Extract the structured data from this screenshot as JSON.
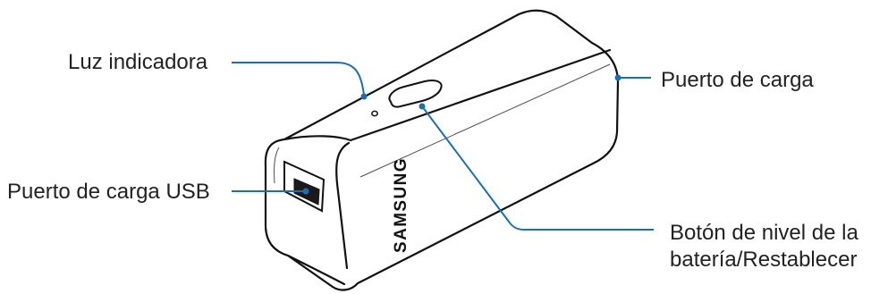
{
  "labels": {
    "indicator_light": "Luz indicadora",
    "charging_port": "Puerto de carga",
    "usb_charging_port": "Puerto de carga USB",
    "battery_button_line1": "Botón de nivel de la",
    "battery_button_line2": "batería/Restablecer"
  },
  "device": {
    "brand_text": "SAMSUNG"
  },
  "colors": {
    "callout_line": "#1a6fb0",
    "device_outline": "#111111",
    "label_text": "#222222"
  }
}
